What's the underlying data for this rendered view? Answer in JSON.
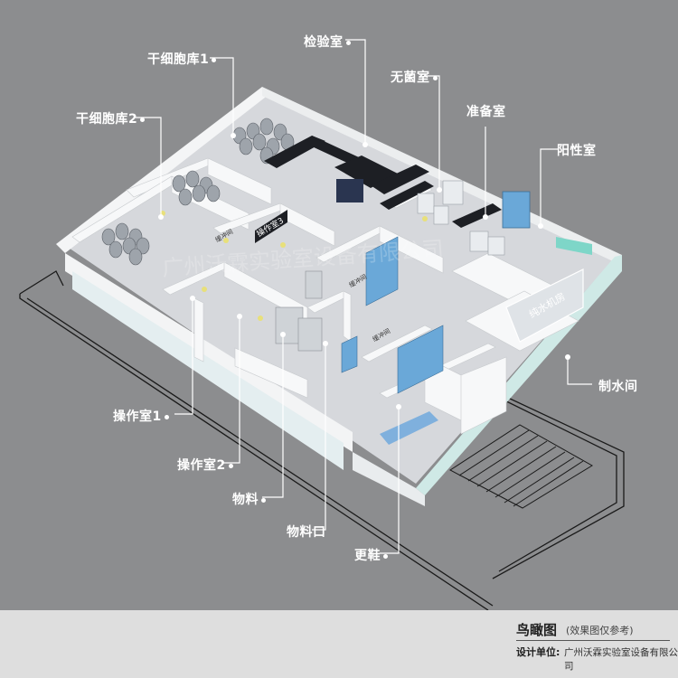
{
  "rooms": {
    "dry_cell_1": "干细胞库1",
    "dry_cell_2": "干细胞库2",
    "inspection": "检验室",
    "sterile": "无菌室",
    "prep": "准备室",
    "positive": "阳性室",
    "water": "制水间",
    "op1": "操作室1",
    "op2": "操作室2",
    "material": "物料",
    "material_port": "物料口",
    "shoe_change": "更鞋"
  },
  "signs": {
    "op3": "操作室3",
    "water_room": "纯水机房",
    "buffer1": "缓冲间",
    "buffer2": "缓冲间",
    "buffer3": "缓冲间"
  },
  "watermark": "广州沃霖实验室设备有限公司",
  "footer": {
    "title": "鸟瞰图",
    "title_note": "(效果图仅参考)",
    "designer_label": "设计单位:",
    "designer_value": "广州沃霖实验室设备有限公司"
  },
  "colors": {
    "background": "#8c8d8f",
    "floor": "#d6d8dc",
    "wall": "#f2f3f4",
    "glass": "#bfe6e2",
    "bench": "#1d1f24",
    "cabinet": "#6aa8d8",
    "footer": "#dedede"
  }
}
